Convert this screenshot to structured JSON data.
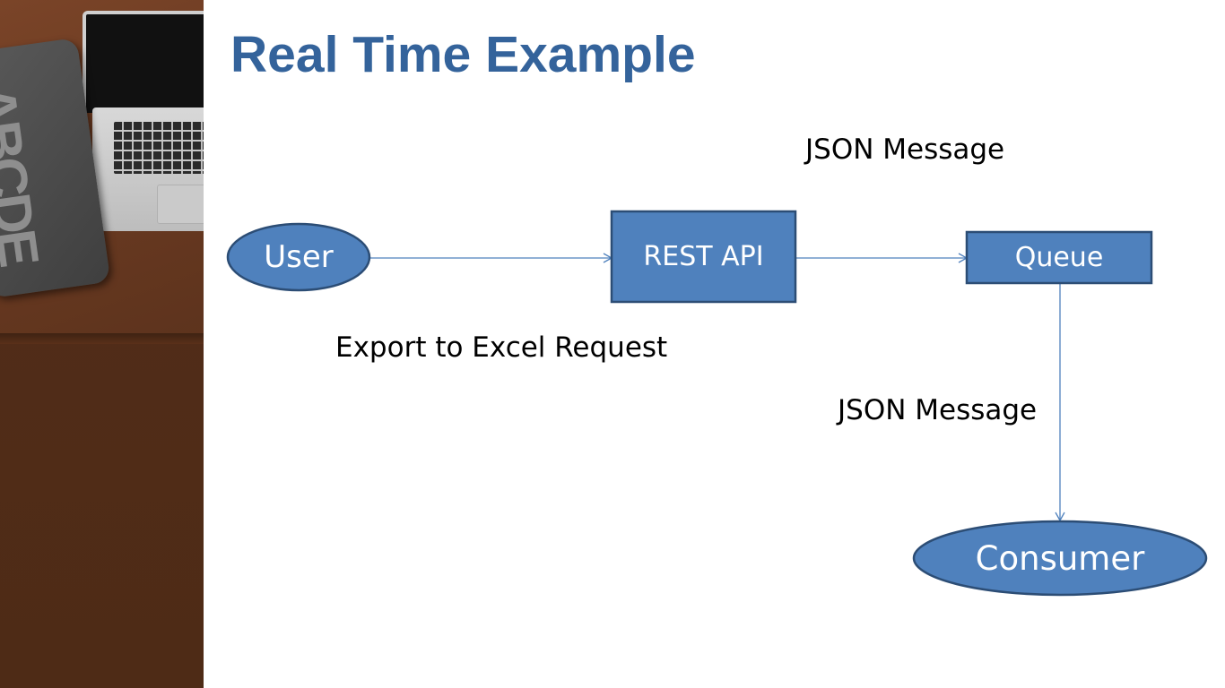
{
  "slide": {
    "title": "Real Time Example"
  },
  "diagram": {
    "nodes": {
      "user": {
        "label": "User",
        "shape": "ellipse"
      },
      "rest_api": {
        "label": "REST API",
        "shape": "rectangle"
      },
      "queue": {
        "label": "Queue",
        "shape": "rectangle"
      },
      "consumer": {
        "label": "Consumer",
        "shape": "ellipse"
      }
    },
    "edges": [
      {
        "from": "user",
        "to": "rest_api",
        "label": "Export to Excel Request"
      },
      {
        "from": "rest_api",
        "to": "queue",
        "label": "JSON Message"
      },
      {
        "from": "queue",
        "to": "consumer",
        "label": "JSON Message"
      }
    ]
  },
  "colors": {
    "title": "#34639b",
    "node_fill": "#4f81bd",
    "node_stroke": "#2c4d75",
    "arrow": "#4f81bd"
  },
  "decoration": {
    "photo_text": "ABCDE"
  }
}
